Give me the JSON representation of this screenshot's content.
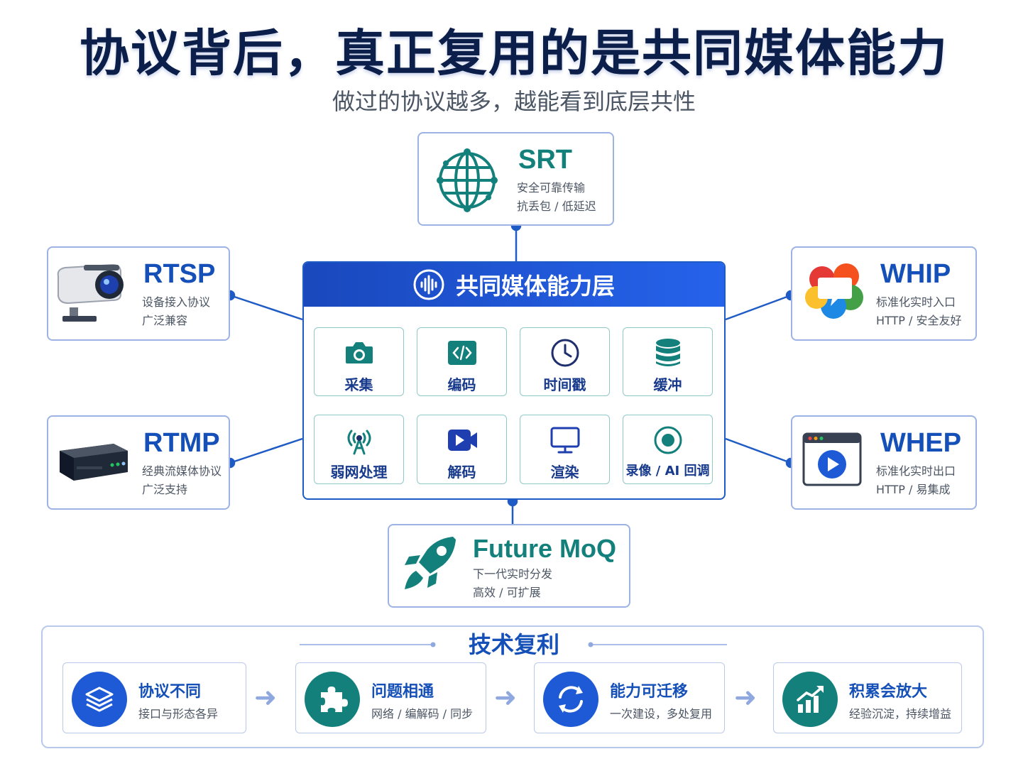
{
  "title": "协议背后，真正复用的是共同媒体能力",
  "subtitle": "做过的协议越多，越能看到底层共性",
  "colors": {
    "primary": "#1450b8",
    "teal": "#13807c",
    "dark": "#0b1f4a",
    "border": "#9db3e6"
  },
  "protocols": {
    "srt": {
      "name": "SRT",
      "line1": "安全可靠传输",
      "line2": "抗丢包 / 低延迟",
      "icon": "globe-icon"
    },
    "rtsp": {
      "name": "RTSP",
      "line1": "设备接入协议",
      "line2": "广泛兼容",
      "icon": "camera-device-icon"
    },
    "rtmp": {
      "name": "RTMP",
      "line1": "经典流媒体协议",
      "line2": "广泛支持",
      "icon": "server-box-icon"
    },
    "whip": {
      "name": "WHIP",
      "line1": "标准化实时入口",
      "line2": "HTTP / 安全友好",
      "icon": "webrtc-icon"
    },
    "whep": {
      "name": "WHEP",
      "line1": "标准化实时出口",
      "line2": "HTTP / 易集成",
      "icon": "player-window-icon"
    },
    "moq": {
      "name": "Future MoQ",
      "line1": "下一代实时分发",
      "line2": "高效 / 可扩展",
      "icon": "rocket-icon"
    }
  },
  "capability": {
    "header": "共同媒体能力层",
    "tiles": [
      {
        "label": "采集",
        "icon": "camera-icon"
      },
      {
        "label": "编码",
        "icon": "code-icon"
      },
      {
        "label": "时间戳",
        "icon": "clock-icon"
      },
      {
        "label": "缓冲",
        "icon": "database-icon"
      },
      {
        "label": "弱网处理",
        "icon": "antenna-icon"
      },
      {
        "label": "解码",
        "icon": "video-icon"
      },
      {
        "label": "渲染",
        "icon": "monitor-icon"
      },
      {
        "label": "录像 / AI 回调",
        "icon": "record-icon"
      }
    ]
  },
  "tech": {
    "title": "技术复利",
    "steps": [
      {
        "title": "协议不同",
        "desc": "接口与形态各异",
        "icon": "layers-icon"
      },
      {
        "title": "问题相通",
        "desc": "网络 / 编解码 / 同步",
        "icon": "puzzle-icon"
      },
      {
        "title": "能力可迁移",
        "desc": "一次建设，多处复用",
        "icon": "sync-icon"
      },
      {
        "title": "积累会放大",
        "desc": "经验沉淀，持续增益",
        "icon": "growth-chart-icon"
      }
    ],
    "arrow": "➜"
  }
}
